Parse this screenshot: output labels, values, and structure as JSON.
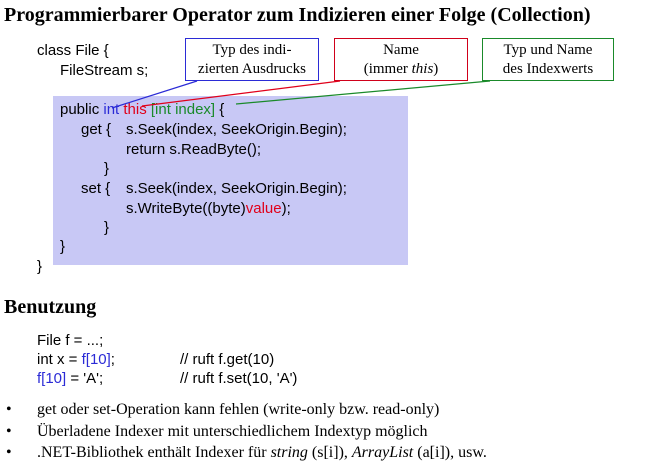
{
  "title": "Programmierbarer Operator zum Indizieren einer Folge (Collection)",
  "callouts": {
    "type_expr": {
      "line1": "Typ des indi-",
      "line2": "zierten Ausdrucks"
    },
    "name": {
      "line1": "Name",
      "line2_prefix": "(immer ",
      "line2_em": "this",
      "line2_suffix": ")"
    },
    "index": {
      "line1": "Typ und Name",
      "line2": "des Indexwerts"
    }
  },
  "code": {
    "line1": "class File {",
    "line2": "FileStream s;",
    "line3": {
      "a": "public ",
      "b": "int",
      "c": " ",
      "d": "this",
      "e": " ",
      "f": "[int index]",
      "g": " {"
    },
    "line4a": "get {",
    "line4b": "s.Seek(index, SeekOrigin.Begin);",
    "line5": "return s.ReadByte();",
    "line6": "}",
    "line7a": "set {",
    "line7b": "s.Seek(index, SeekOrigin.Begin);",
    "line8": {
      "a": "s.WriteByte((byte)",
      "b": "value",
      "c": ");"
    },
    "line9": "}",
    "line10": "}",
    "line11": "}"
  },
  "usage": {
    "heading": "Benutzung",
    "line1": "File f = ...;",
    "line2": {
      "a": "int x = ",
      "b": "f[10]",
      "c": ";",
      "comment": "// ruft f.get(10)"
    },
    "line3": {
      "a": "f[10]",
      "b": " = 'A';",
      "comment": "// ruft f.set(10, 'A')"
    }
  },
  "bullets": {
    "marker": "•",
    "item1": "get oder set-Operation kann fehlen (write-only bzw. read-only)",
    "item2": "Überladene Indexer mit unterschiedlichem Indextyp möglich",
    "item3": {
      "a": ".NET-Bibliothek enthält Indexer für ",
      "b": "string",
      "c": " (s[i]), ",
      "d": "ArrayList",
      "e": " (a[i]), usw."
    }
  },
  "colors": {
    "type": "#2b2bd6",
    "name": "#e0001a",
    "index": "#1a8a2a",
    "code_bg": "#c8c8f5"
  }
}
